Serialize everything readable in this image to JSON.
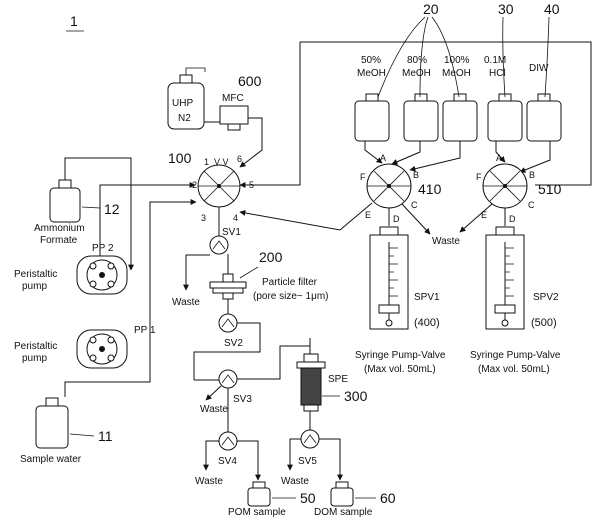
{
  "figure": {
    "ref": "1",
    "labels": {
      "n20": "20",
      "n30": "30",
      "n40": "40",
      "n600": "600",
      "n100": "100",
      "n12": "12",
      "n200": "200",
      "n410": "410",
      "n510": "510",
      "n300": "300",
      "n11": "11",
      "n50": "50",
      "n60": "60"
    },
    "reagents": [
      {
        "line1": "50%",
        "line2": "MeOH"
      },
      {
        "line1": "80%",
        "line2": "MeOH"
      },
      {
        "line1": "100%",
        "line2": "MeOH"
      },
      {
        "line1": "0.1M",
        "line2": "HCl"
      },
      {
        "line1": "",
        "line2": "DIW"
      }
    ],
    "gas": {
      "name": "UHP",
      "formula": "N2",
      "mfc": "MFC"
    },
    "ammonium": {
      "line1": "Ammonium",
      "line2": "Formate"
    },
    "pumps": [
      {
        "id": "PP 2",
        "label1": "Peristaltic",
        "label2": "pump"
      },
      {
        "id": "PP 1",
        "label1": "Peristaltic",
        "label2": "pump"
      }
    ],
    "sample_water": "Sample water",
    "valve100": {
      "vv": "V V",
      "ports": [
        "1",
        "2",
        "3",
        "4",
        "5",
        "6"
      ]
    },
    "valve410": {
      "ports": [
        "A",
        "B",
        "C",
        "D",
        "E",
        "F"
      ]
    },
    "valve510": {
      "ports": [
        "A",
        "B",
        "C",
        "D",
        "E",
        "F"
      ]
    },
    "filter": {
      "line1": "Particle filter",
      "line2": "(pore size~ 1μm)"
    },
    "spe": "SPE",
    "switch_valves": [
      "SV1",
      "SV2",
      "SV3",
      "SV4",
      "SV5"
    ],
    "waste": "Waste",
    "syringes": [
      {
        "id": "SPV1",
        "num": "(400)",
        "title": "Syringe Pump-Valve",
        "sub": "(Max vol. 50mL)"
      },
      {
        "id": "SPV2",
        "num": "(500)",
        "title": "Syringe Pump-Valve",
        "sub": "(Max vol. 50mL)"
      }
    ],
    "outputs": [
      {
        "label": "POM sample"
      },
      {
        "label": "DOM sample"
      }
    ]
  }
}
